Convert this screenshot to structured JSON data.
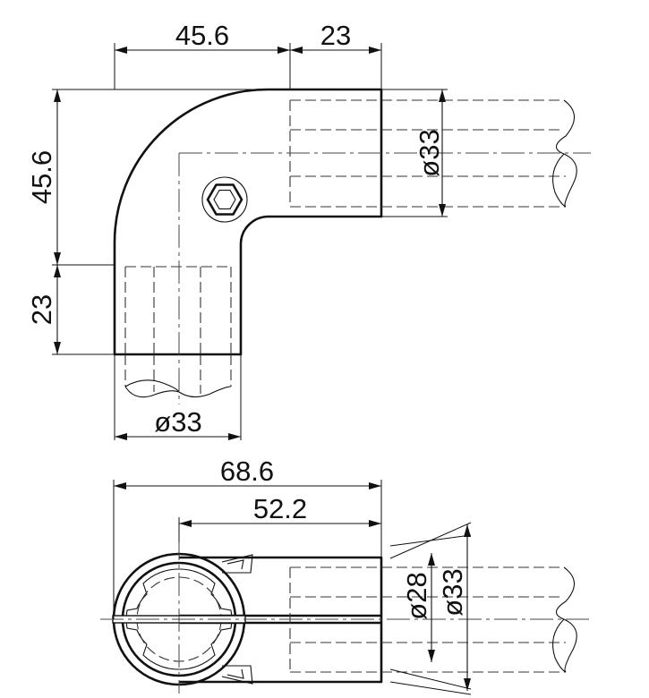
{
  "top_view": {
    "dims": {
      "arm_length_h": "45.6",
      "socket_depth_h": "23",
      "arm_length_v": "45.6",
      "socket_depth_v": "23",
      "tube_dia_right": "ø33",
      "tube_dia_bottom": "ø33"
    }
  },
  "bottom_view": {
    "dims": {
      "overall_length": "68.6",
      "center_to_end": "52.2",
      "inner_dia": "ø28",
      "outer_dia": "ø33"
    }
  }
}
